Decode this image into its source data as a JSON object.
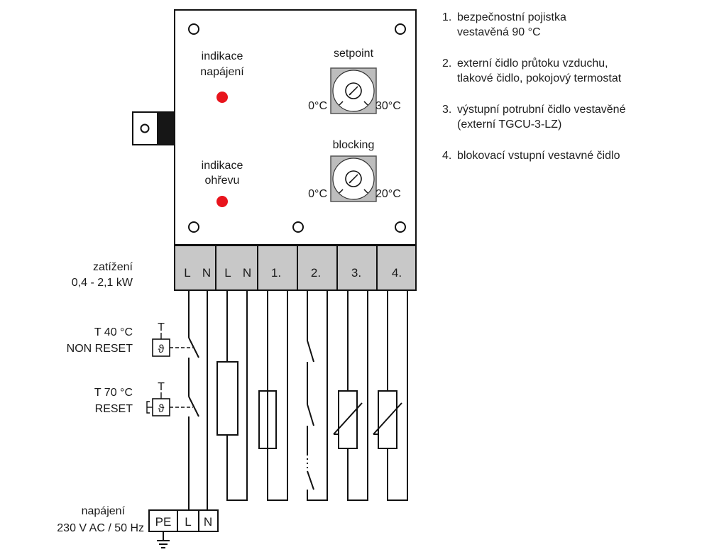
{
  "controller": {
    "power_indicator_label_1": "indikace",
    "power_indicator_label_2": "napájení",
    "heat_indicator_label_1": "indikace",
    "heat_indicator_label_2": "ohřevu",
    "setpoint_title": "setpoint",
    "setpoint_min": "0°C",
    "setpoint_max": "30°C",
    "blocking_title": "blocking",
    "blocking_min": "0°C",
    "blocking_max": "20°C",
    "led_color": "#e8141c"
  },
  "terminals": [
    "L",
    "N",
    "L",
    "N",
    "1.",
    "2.",
    "3.",
    "4."
  ],
  "labels": {
    "load_1": "zatížení",
    "load_2": "0,4 - 2,1 kW",
    "t40_1": "T 40 °C",
    "t40_2": "NON RESET",
    "t70_1": "T 70 °C",
    "t70_2": "RESET",
    "thermo_T": "T",
    "theta": "ϑ",
    "supply_1": "napájení",
    "supply_2": "230 V AC / 50 Hz"
  },
  "supply_terminals": [
    "PE",
    "L",
    "N"
  ],
  "legend": [
    {
      "num": "1.",
      "text": "bezpečnostní pojistka\nvestavěná 90 °C"
    },
    {
      "num": "2.",
      "text": "externí čidlo průtoku vzduchu,\ntlakové čidlo, pokojový termostat"
    },
    {
      "num": "3.",
      "text": "výstupní potrubní čidlo vestavěné\n(externí TGCU-3-LZ)"
    },
    {
      "num": "4.",
      "text": "blokovací vstupní vestavné čidlo"
    }
  ]
}
